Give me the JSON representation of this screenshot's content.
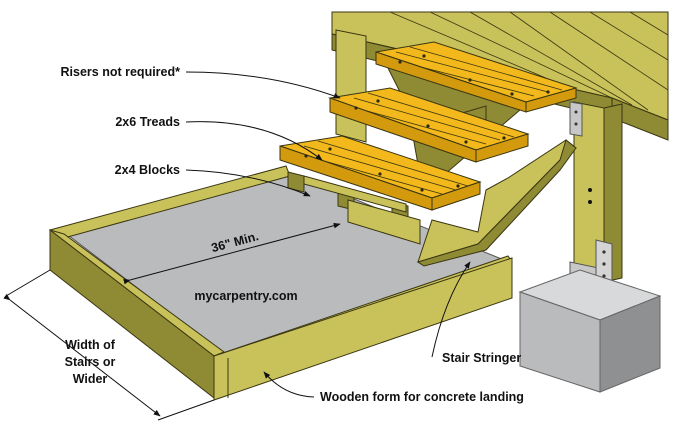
{
  "labels": {
    "risers": "Risers not required*",
    "treads": "2x6 Treads",
    "blocks": "2x4 Blocks",
    "min_width": "36\" Min.",
    "website": "mycarpentry.com",
    "width_line1": "Width of",
    "width_line2": "Stairs or",
    "width_line3": "Wider",
    "stringer": "Stair Stringer",
    "form": "Wooden form for concrete landing"
  },
  "colors": {
    "wood": "#c9c25a",
    "wood_dark": "#8f8a34",
    "wood_edge": "#3a3612",
    "tread": "#f2b81c",
    "tread_dark": "#d39a0e",
    "concrete": "#b9bbbd",
    "concrete_dark": "#8e9092",
    "hardware": "#c7c7c7",
    "ink": "#111111"
  }
}
